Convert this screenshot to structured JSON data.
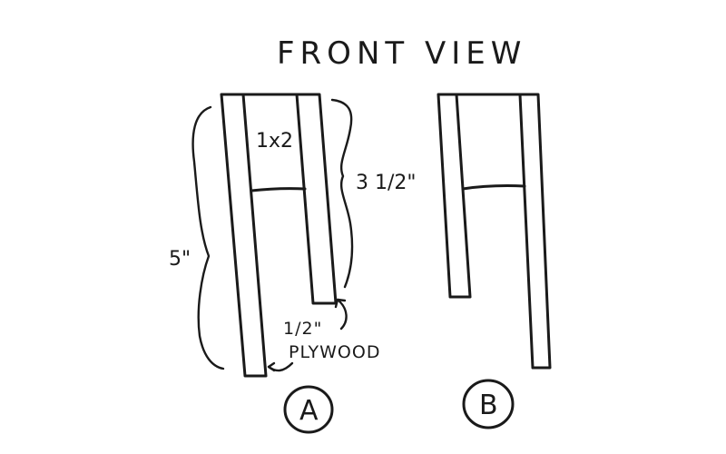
{
  "title": "FRONT VIEW",
  "diagram_a": {
    "top_board_label": "1x2",
    "short_dimension": "3 1/2\"",
    "tall_dimension": "5\"",
    "material_label_line1": "1/2\"",
    "material_label_line2": "PLYWOOD",
    "badge": "A"
  },
  "diagram_b": {
    "badge": "B"
  },
  "colors": {
    "ink": "#1a1a1a",
    "background": "#ffffff"
  }
}
